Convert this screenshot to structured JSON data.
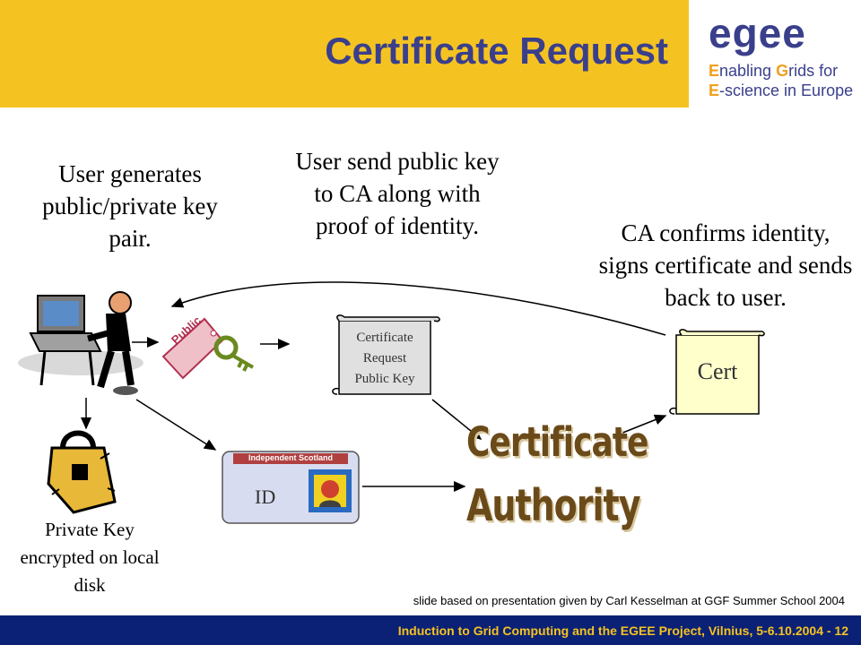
{
  "title": "Certificate Request",
  "logo": {
    "wordmark": "egee",
    "line1_cap1": "E",
    "line1_rest1": "nabling ",
    "line1_cap2": "G",
    "line1_rest2": "rids for",
    "line2_cap": "E",
    "line2_rest": "-science in Europe"
  },
  "captions": {
    "user_generates": "User generates public/private key pair.",
    "user_sends": "User send public key to CA along with proof of identity.",
    "ca_confirms": "CA confirms identity, signs certificate and sends back to user.",
    "private_key": "Private Key encrypted on local disk"
  },
  "labels": {
    "public_tag": "Public",
    "request_line1": "Certificate",
    "request_line2": "Request",
    "request_line3": "Public Key",
    "cert": "Cert",
    "id": "ID",
    "id_card_header": "Independent Scotland",
    "ca_line1": "Certificate",
    "ca_line2": "Authority"
  },
  "footer": {
    "note": "slide based on presentation given by Carl Kesselman at GGF Summer School 2004",
    "bar_text": "Induction to Grid Computing and the EGEE Project, Vilnius, 5-6.10.2004 - 12"
  },
  "colors": {
    "title_bar": "#f5c321",
    "title_text": "#3a3f8c",
    "footer_bar": "#0b2175",
    "footer_text": "#f5c321",
    "ca_text": "#6b4a1a",
    "cert_scroll": "#ffffcc",
    "request_scroll": "#e0e0e0",
    "id_card": "#d8dcf0"
  }
}
